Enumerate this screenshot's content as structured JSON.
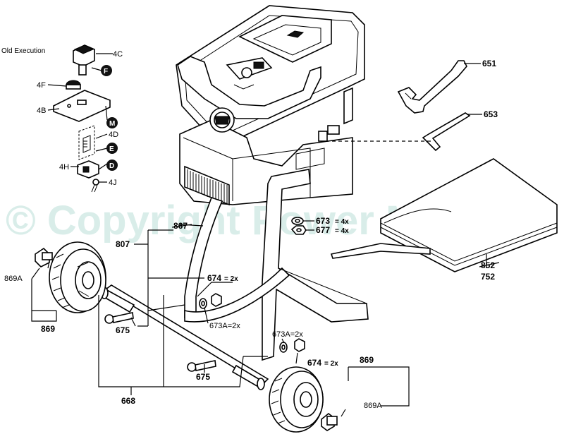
{
  "watermark": "© Copyright Power Magic",
  "section_title": "Old Execution",
  "inset_labels": {
    "4C": "4C",
    "4F": "4F",
    "4B": "4B",
    "4D": "4D",
    "4H": "4H",
    "4J": "4J"
  },
  "badges": {
    "F": "F",
    "M": "M",
    "E": "E",
    "D": "D"
  },
  "labels": {
    "p651": "651",
    "p653": "653",
    "p673": "673",
    "p673_qty": "= 4x",
    "p677": "677",
    "p677_qty": "= 4x",
    "p807": "807",
    "p807_struck": "867",
    "p674a": "674",
    "p674a_qty": "= 2x",
    "p673A_1": "673A=2x",
    "p869A_left": "869A",
    "p869_left": "869",
    "p675_top": "675",
    "p673A_2": "673A=2x",
    "p674b": "674",
    "p674b_qty": "= 2x",
    "p675_bottom": "675",
    "p668": "668",
    "p869_right": "869",
    "p869A_right": "869A",
    "p752_struck": "852",
    "p752": "752"
  }
}
